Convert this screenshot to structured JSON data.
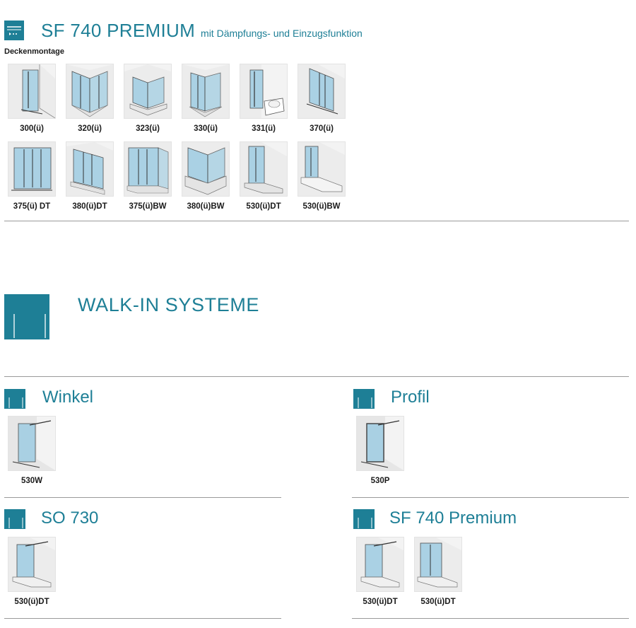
{
  "header": {
    "title": "SF 740 PREMIUM",
    "subtitle": "mit Dämpfungs- und Einzugsfunktion",
    "mount_label": "Deckenmontage"
  },
  "row1": [
    "300(ü)",
    "320(ü)",
    "323(ü)",
    "330(ü)",
    "331(ü)",
    "370(ü)"
  ],
  "row2": [
    "375(ü) DT",
    "380(ü)DT",
    "375(ü)BW",
    "380(ü)BW",
    "530(ü)DT",
    "530(ü)BW"
  ],
  "walkin": {
    "title": "WALK-IN SYSTEME"
  },
  "sections": {
    "winkel": {
      "title": "Winkel",
      "items": [
        "530W"
      ]
    },
    "profil": {
      "title": "Profil",
      "items": [
        "530P"
      ]
    },
    "so730": {
      "title": "SO 730",
      "items": [
        "530(ü)DT"
      ]
    },
    "sf740": {
      "title": "SF 740 Premium",
      "items": [
        "530(ü)DT",
        "530(ü)DT"
      ]
    }
  },
  "colors": {
    "accent": "#1e7f96",
    "glass": "#9fcde3",
    "rule": "#9a9a9a"
  },
  "icons": [
    "sliding-door-icon",
    "walk-in-icon",
    "panel-icon"
  ]
}
